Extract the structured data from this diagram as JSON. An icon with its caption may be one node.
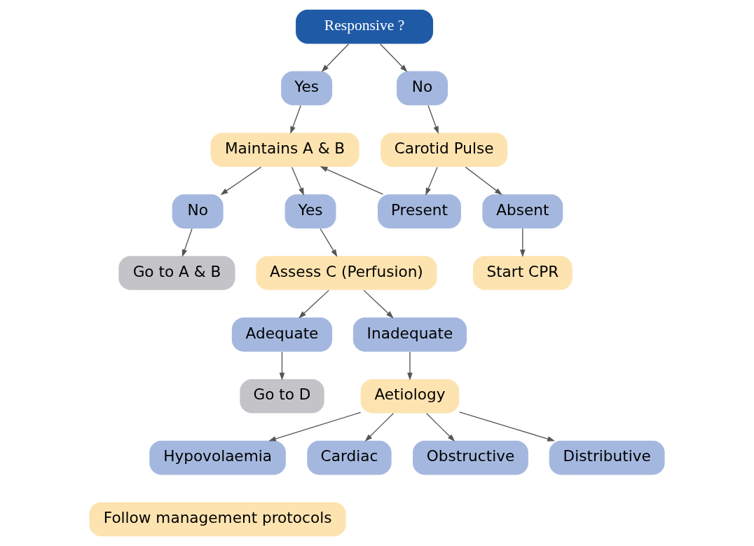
{
  "diagram": {
    "nodes": [
      {
        "text": [
          "Responsive ?"
        ]
      },
      {
        "text": [
          "Yes"
        ]
      },
      {
        "text": [
          "No"
        ]
      },
      {
        "text": [
          "Maintains A & B"
        ]
      },
      {
        "text": [
          "Carotid Pulse"
        ]
      },
      {
        "text": [
          "No"
        ]
      },
      {
        "text": [
          "Yes"
        ]
      },
      {
        "text": [
          "Present"
        ]
      },
      {
        "text": [
          "Absent"
        ]
      },
      {
        "text": [
          "Go to A & B"
        ]
      },
      {
        "text": [
          "Assess C (Perfusion)"
        ]
      },
      {
        "text": [
          "Start CPR"
        ]
      },
      {
        "text": [
          "Adequate"
        ]
      },
      {
        "text": [
          "Inadequate"
        ]
      },
      {
        "text": [
          "Go to D"
        ]
      },
      {
        "text": [
          "Aetiology"
        ]
      },
      {
        "text": [
          "Hypovolaemia"
        ]
      },
      {
        "text": [
          "Cardiac"
        ]
      },
      {
        "text": [
          "Obstructive"
        ]
      },
      {
        "text": [
          "Distributive"
        ]
      },
      {
        "text": [
          "Follow management protocols"
        ]
      }
    ],
    "edges": [
      {
        "from": 0,
        "to": 1,
        "arrow": "to"
      },
      {
        "from": 0,
        "to": 2,
        "arrow": "to"
      },
      {
        "from": 1,
        "to": 3,
        "arrow": "to"
      },
      {
        "from": 2,
        "to": 4,
        "arrow": "to"
      },
      {
        "from": 3,
        "to": 5,
        "arrow": "to"
      },
      {
        "from": 3,
        "to": 6,
        "arrow": "to"
      },
      {
        "from": 4,
        "to": 7,
        "arrow": "to"
      },
      {
        "from": 4,
        "to": 8,
        "arrow": "to"
      },
      {
        "from": 7,
        "to": 3,
        "arrow": "to"
      },
      {
        "from": 5,
        "to": 9,
        "arrow": "to"
      },
      {
        "from": 6,
        "to": 10,
        "arrow": "to"
      },
      {
        "from": 8,
        "to": 11,
        "arrow": "to"
      },
      {
        "from": 10,
        "to": 12,
        "arrow": "to"
      },
      {
        "from": 10,
        "to": 13,
        "arrow": "to"
      },
      {
        "from": 12,
        "to": 14,
        "arrow": "to"
      },
      {
        "from": 13,
        "to": 15,
        "arrow": "to"
      },
      {
        "from": 15,
        "to": 16,
        "arrow": "to"
      },
      {
        "from": 15,
        "to": 17,
        "arrow": "to"
      },
      {
        "from": 15,
        "to": 18,
        "arrow": "to"
      },
      {
        "from": 15,
        "to": 19,
        "arrow": "to"
      }
    ]
  }
}
